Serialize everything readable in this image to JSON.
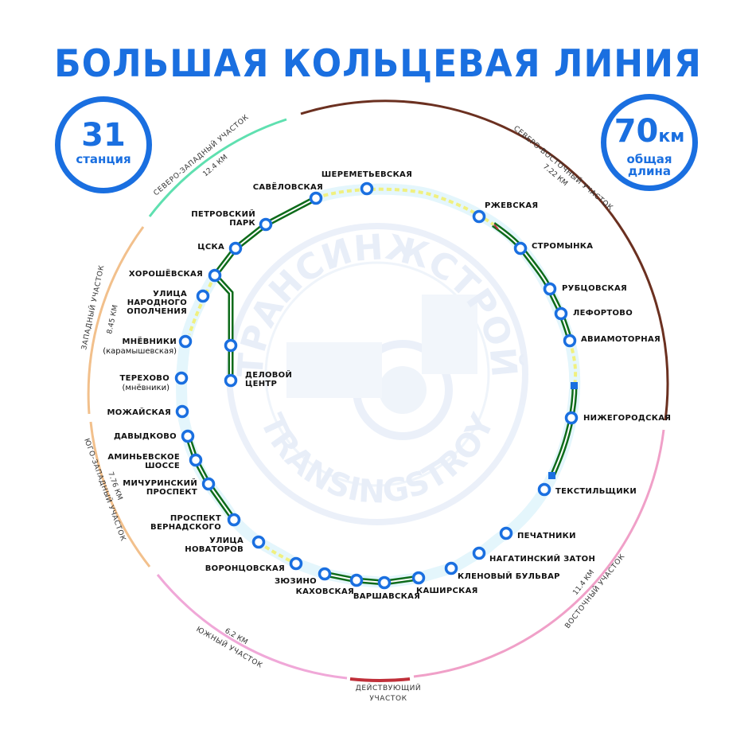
{
  "title": "БОЛЬШАЯ КОЛЬЦЕВАЯ ЛИНИЯ",
  "stations_badge": {
    "number": "31",
    "label": "станция"
  },
  "length_badge": {
    "number": "70",
    "unit": "км",
    "label": "общая длина"
  },
  "watermark": {
    "top_text": "ТРАНСИНЖСТРОЙ",
    "bottom_text": "TRANSINGSTROY"
  },
  "segments": [
    {
      "id": "northwest",
      "label": "СЕВЕРО-ЗАПАДНЫЙ УЧАСТОК",
      "km": "12.4 КМ",
      "color": "#5fe0b0"
    },
    {
      "id": "northeast",
      "label": "СЕВЕРО-ВОСТОЧНЫЙ УЧАСТОК",
      "km": "7.22 КМ",
      "color": "#6b3020"
    },
    {
      "id": "west",
      "label": "ЗАПАДНЫЙ УЧАСТОК",
      "km": "8.45 КМ",
      "color": "#f2c08c"
    },
    {
      "id": "southwest",
      "label": "ЮГО-ЗАПАДНЫЙ УЧАСТОК",
      "km": "7.76 КМ",
      "color": "#f2c08c"
    },
    {
      "id": "east",
      "label": "ВОСТОЧНЫЙ УЧАСТОК",
      "km": "11.4 КМ",
      "color": "#f0a0c8"
    },
    {
      "id": "south",
      "label": "ЮЖНЫЙ УЧАСТОК",
      "km": "6.2 КМ",
      "color": "#f0a8d8"
    },
    {
      "id": "active",
      "label": "ДЕЙСТВУЮЩИЙ УЧАСТОК",
      "km": "",
      "color": "#c0303a"
    }
  ],
  "stations": [
    {
      "id": "shelepikha",
      "name": "ШЕРЕМЕТЬЕВСКАЯ"
    },
    {
      "id": "rzhevskaya",
      "name": "РЖЕВСКАЯ"
    },
    {
      "id": "stromynka",
      "name": "СТРОМЫНКА"
    },
    {
      "id": "rubtsovskaya",
      "name": "РУБЦОВСКАЯ"
    },
    {
      "id": "lefortovo",
      "name": "ЛЕФОРТОВО"
    },
    {
      "id": "aviamotornaya",
      "name": "АВИАМОТОРНАЯ"
    },
    {
      "id": "nizhegorodskaya",
      "name": "НИЖЕГОРОДСКАЯ"
    },
    {
      "id": "tekstilshchiki",
      "name": "ТЕКСТИЛЬЩИКИ"
    },
    {
      "id": "pechatniki",
      "name": "ПЕЧАТНИКИ"
    },
    {
      "id": "nagatinsky",
      "name": "НАГАТИНСКИЙ ЗАТОН"
    },
    {
      "id": "klenovy",
      "name": "КЛЕНОВЫЙ БУЛЬВАР"
    },
    {
      "id": "kashirskaya",
      "name": "КАШИРСКАЯ"
    },
    {
      "id": "varshavskaya",
      "name": "ВАРШАВСКАЯ"
    },
    {
      "id": "kakhovskaya",
      "name": "КАХОВСКАЯ"
    },
    {
      "id": "zyuzino",
      "name": "ЗЮЗИНО"
    },
    {
      "id": "vorontsovskaya",
      "name": "ВОРОНЦОВСКАЯ"
    },
    {
      "id": "novatorov",
      "name": "УЛИЦА НОВАТОРОВ"
    },
    {
      "id": "vernadskogo",
      "name": "ПРОСПЕКТ ВЕРНАДСКОГО"
    },
    {
      "id": "michurinsky",
      "name": "МИЧУРИНСКИЙ ПРОСПЕКТ"
    },
    {
      "id": "aminyevskoe",
      "name": "АМИНЬЕВСКОЕ ШОССЕ"
    },
    {
      "id": "davydkovo",
      "name": "ДАВЫДКОВО"
    },
    {
      "id": "mozhayskaya",
      "name": "МОЖАЙСКАЯ"
    },
    {
      "id": "terekhovo",
      "name": "ТЕРЕХОВО",
      "sub": "(мнёвники)"
    },
    {
      "id": "mnevniki",
      "name": "МНЁВНИКИ",
      "sub": "(карамышевская)"
    },
    {
      "id": "opolcheniya",
      "name": "УЛИЦА НАРОДНОГО ОПОЛЧЕНИЯ"
    },
    {
      "id": "khoroshevskaya",
      "name": "ХОРОШЁВСКАЯ"
    },
    {
      "id": "tsska",
      "name": "ЦСКА"
    },
    {
      "id": "petrovsky",
      "name": "ПЕТРОВСКИЙ ПАРК"
    },
    {
      "id": "savelovskaya",
      "name": "САВЁЛОВСКАЯ"
    },
    {
      "id": "delovoy",
      "name": "ДЕЛОВОЙ ЦЕНТР"
    },
    {
      "id": "delovoy_mid",
      "name": ""
    }
  ],
  "colors": {
    "brand_blue": "#1a6fe0",
    "line_green": "#0d6b1a",
    "construction_yellow": "#f0f080",
    "planned_lightblue": "#e4f6fc"
  }
}
